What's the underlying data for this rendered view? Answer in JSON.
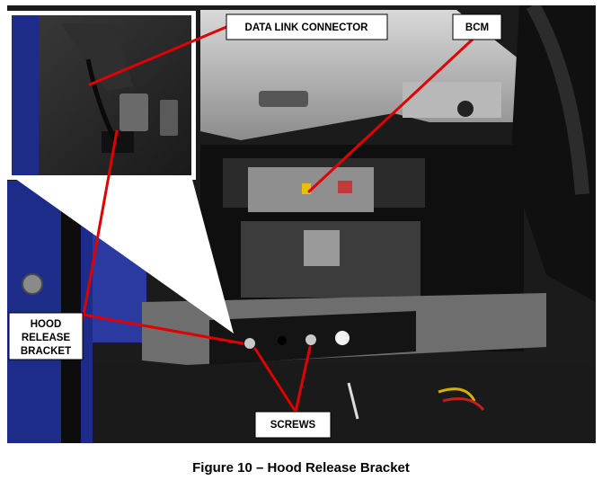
{
  "callouts": {
    "data_link_connector": "DATA LINK CONNECTOR",
    "bcm": "BCM",
    "hood_release_line1": "HOOD",
    "hood_release_line2": "RELEASE",
    "hood_release_line3": "BRACKET",
    "screws": "SCREWS"
  },
  "caption": "Figure 10 – Hood Release Bracket",
  "colors": {
    "leader_line": "#e00000",
    "vehicle_blue": "#1f2f8a"
  }
}
